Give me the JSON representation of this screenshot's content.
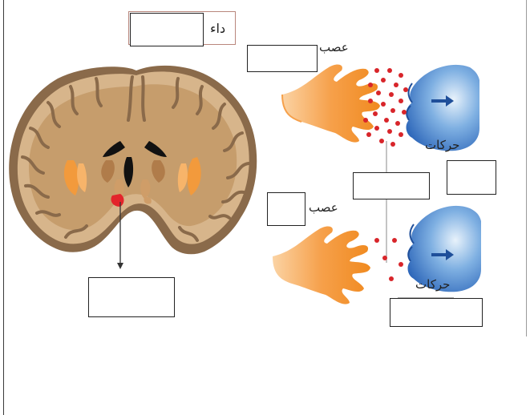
{
  "labels": {
    "disease": "داء",
    "nerve_top": "عصب",
    "nerve_bottom": "عصب",
    "movements_top": "حركات",
    "movements_bottom": "حركات"
  },
  "answer_boxes": [
    "",
    "",
    "",
    "",
    "",
    "",
    "",
    ""
  ],
  "colors": {
    "brain_outer": "#8a6a4a",
    "brain_fill": "#c9a377",
    "neuron": "#f28c28",
    "muscle": "#3f7fd0",
    "dopamine_dots": "#d8252a",
    "marker_red": "#e3242b"
  }
}
